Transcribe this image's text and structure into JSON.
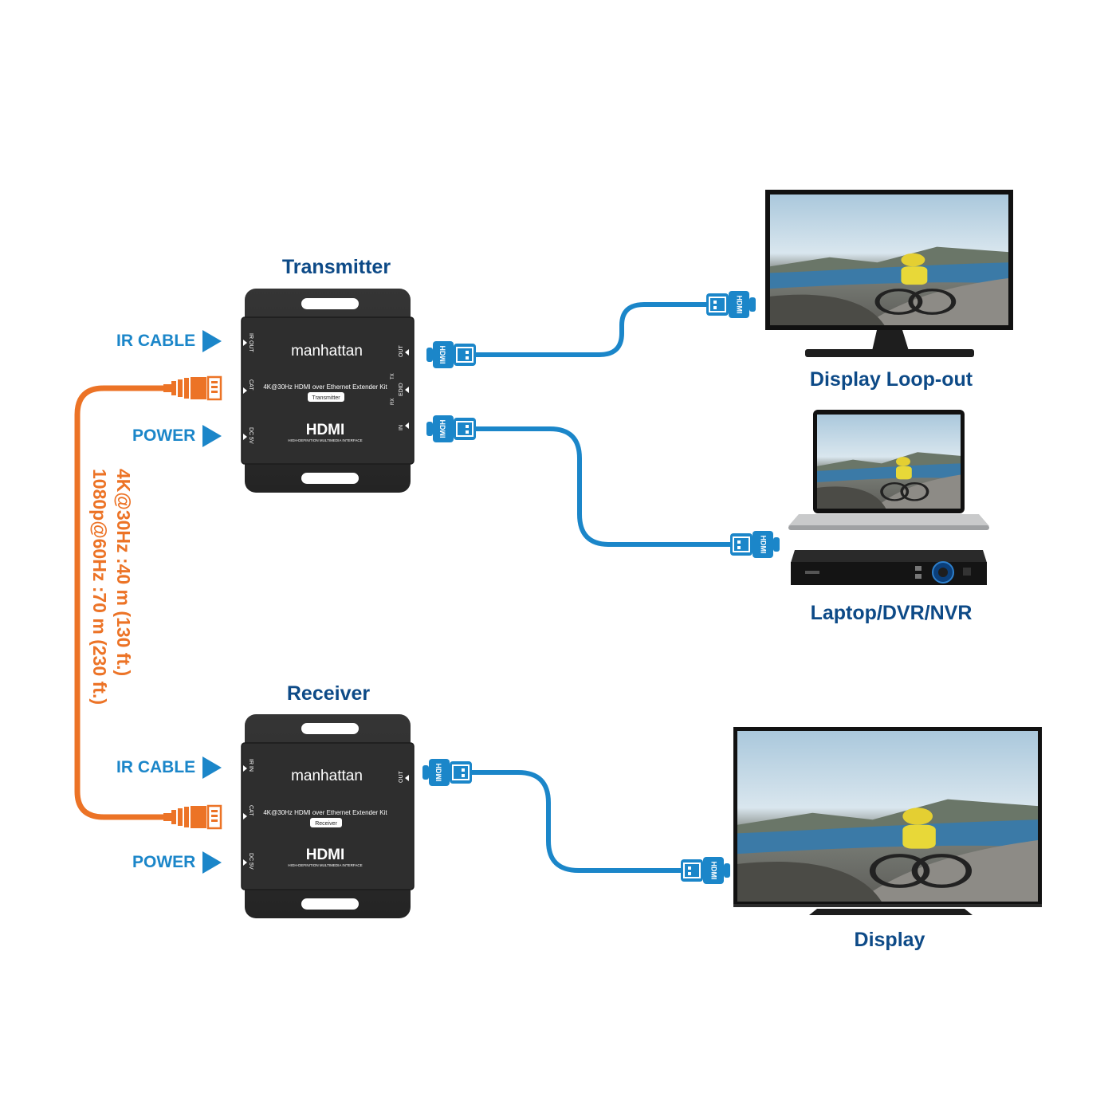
{
  "transmitter": {
    "title": "Transmitter",
    "brand": "manhattan",
    "product": "4K@30Hz HDMI over Ethernet Extender Kit",
    "badge": "Transmitter",
    "logo": "HDMI",
    "logo_tagline": "HIGH-DEFINITION MULTIMEDIA INTERFACE",
    "left_ports": [
      "IR OUT",
      "CAT",
      "DC 5V"
    ],
    "right_ports": [
      "OUT",
      "EDID",
      "IN"
    ],
    "edid_switch": [
      "TX",
      "RX"
    ]
  },
  "receiver": {
    "title": "Receiver",
    "brand": "manhattan",
    "product": "4K@30Hz HDMI over Ethernet Extender Kit",
    "badge": "Receiver",
    "logo": "HDMI",
    "logo_tagline": "HIGH-DEFINITION MULTIMEDIA INTERFACE",
    "left_ports": [
      "IR IN",
      "CAT",
      "DC 5V"
    ],
    "right_ports": [
      "OUT"
    ]
  },
  "labels": {
    "tx_ir_cable": "IR CABLE",
    "tx_power": "POWER",
    "rx_ir_cable": "IR CABLE",
    "rx_power": "POWER"
  },
  "distance": {
    "line1": "4K@30Hz :40 m (130 ft.)",
    "line2": "1080p@60Hz :70 m (230 ft.)"
  },
  "devices": {
    "loopout": "Display Loop-out",
    "source": "Laptop/DVR/NVR",
    "display": "Display"
  },
  "connector_label": "HDMI",
  "colors": {
    "title": "#0d4a87",
    "arrow": "#1b86c9",
    "hdmi_cable": "#1b86c9",
    "cat_cable": "#ec7326",
    "unit_body": "#2b2b2b"
  }
}
